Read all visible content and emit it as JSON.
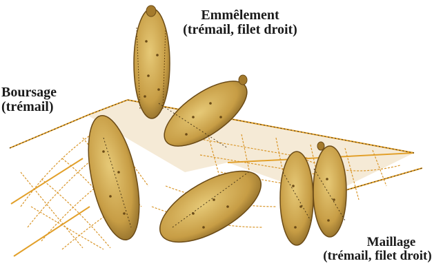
{
  "labels": {
    "emmelement": {
      "title": "Emmêlement",
      "sub": "(trémail, filet droit)"
    },
    "boursage": {
      "title": "Boursage",
      "sub": "(trémail)"
    },
    "maillage": {
      "title": "Maillage",
      "sub": "(trémail, filet droit)"
    }
  },
  "colors": {
    "fish_fill": "#c9a24a",
    "fish_light": "#e3c575",
    "fish_dark": "#7a5a1e",
    "net_line": "#e0a22c",
    "net_dash": "#3a2a10",
    "panel_shade": "#f3e6cf"
  }
}
